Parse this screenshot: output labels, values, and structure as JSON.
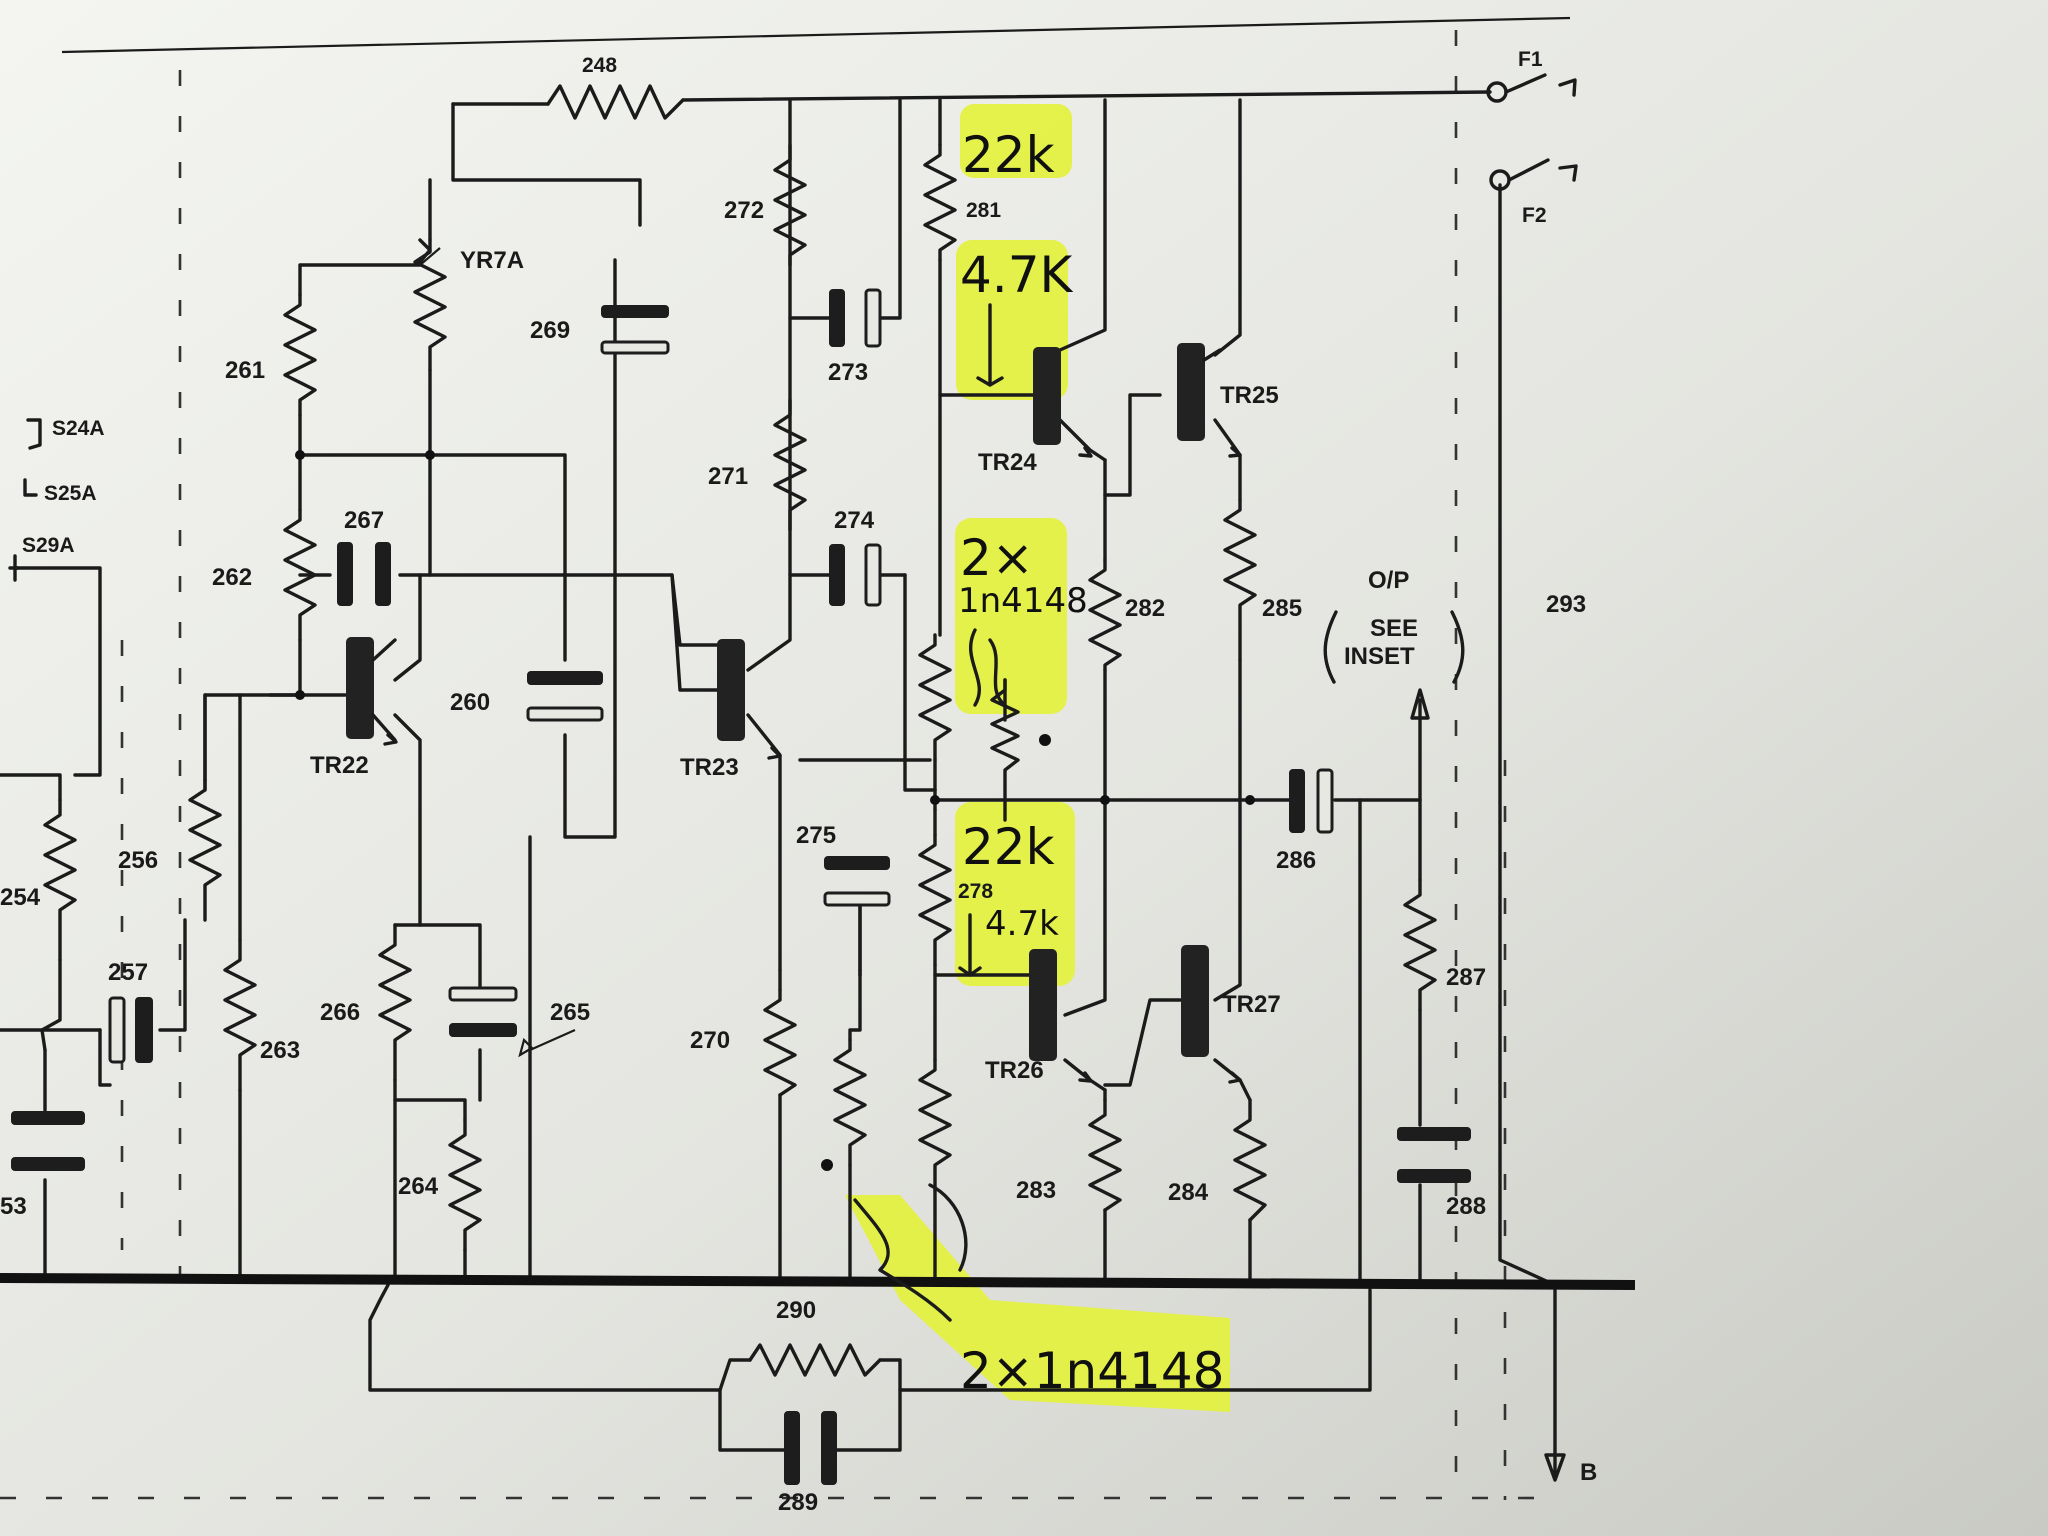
{
  "labels": {
    "r248": "248",
    "f1": "F1",
    "f2": "F2",
    "r272": "272",
    "r281": "281",
    "yr7a": "YR7A",
    "c269": "269",
    "r261": "261",
    "c273": "273",
    "tr24": "TR24",
    "tr25": "TR25",
    "s24a": "S24A",
    "s25a": "S25A",
    "s29a": "S29A",
    "r271": "271",
    "c267": "267",
    "c274": "274",
    "r262": "262",
    "r282": "282",
    "r285": "285",
    "op": "O/P",
    "see": "SEE",
    "inset": "INSET",
    "r293": "293",
    "c260": "260",
    "tr22": "TR22",
    "tr23": "TR23",
    "c275": "275",
    "c286": "286",
    "r256": "256",
    "r254": "254",
    "r278": "278",
    "c257": "257",
    "r287": "287",
    "r266": "266",
    "r265": "265",
    "r263": "263",
    "r270": "270",
    "tr26": "TR26",
    "tr27": "TR27",
    "r264": "264",
    "r283": "283",
    "r284": "284",
    "c253": "53",
    "c288": "288",
    "r290": "290",
    "c289": "289",
    "b": "B"
  },
  "handwritten": {
    "n22k_top": "22k",
    "n47k_top": "4.7K",
    "n2x": "2×",
    "n1n4148": "1n4148",
    "n22k_mid": "22k",
    "n47k_mid": "4.7k",
    "n2x1n4148": "2×1n4148"
  },
  "colors": {
    "highlighter": "#e3f23a",
    "paper": "#d9dad4",
    "ink": "#1b1b1b"
  }
}
